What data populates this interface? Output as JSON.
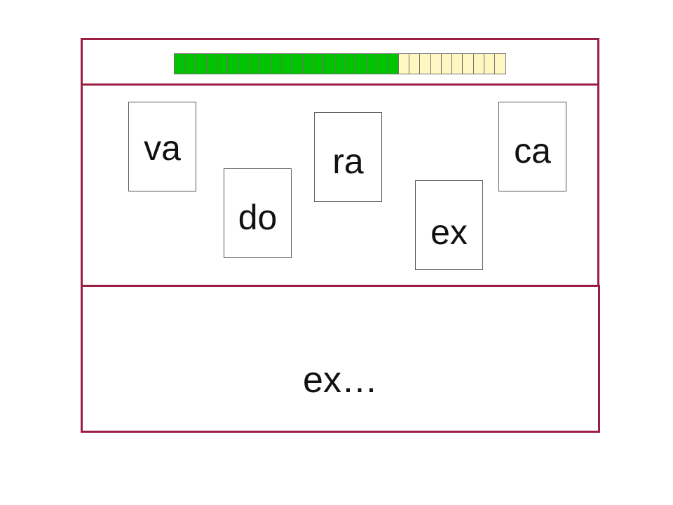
{
  "progress": {
    "total_segments": 31,
    "filled_segments": 21,
    "fraction_complete": 0.677,
    "filled_color": "#00c400",
    "empty_color": "#fff7c2"
  },
  "cards": [
    {
      "id": "va",
      "label": "va"
    },
    {
      "id": "do",
      "label": "do"
    },
    {
      "id": "ra",
      "label": "ra"
    },
    {
      "id": "ex",
      "label": "ex"
    },
    {
      "id": "ca",
      "label": "ca"
    }
  ],
  "answer": {
    "text": "ex…"
  },
  "colors": {
    "panel_border": "#9a1f43",
    "card_border": "#555555"
  }
}
